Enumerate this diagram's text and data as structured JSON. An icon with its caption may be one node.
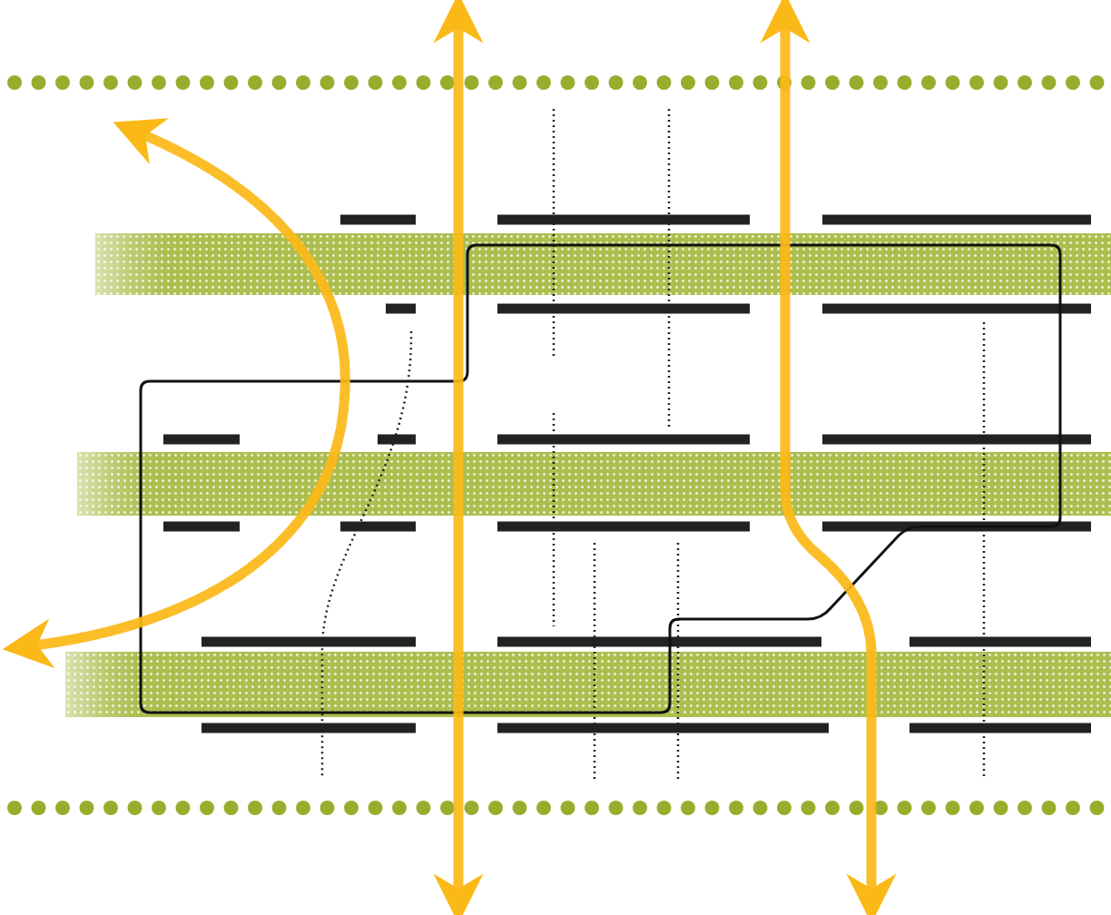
{
  "diagram": {
    "nodes": [
      {
        "text": [],
        "shape": "bar"
      },
      {
        "text": [],
        "shape": "bar"
      },
      {
        "text": [],
        "shape": "bar"
      }
    ]
  }
}
